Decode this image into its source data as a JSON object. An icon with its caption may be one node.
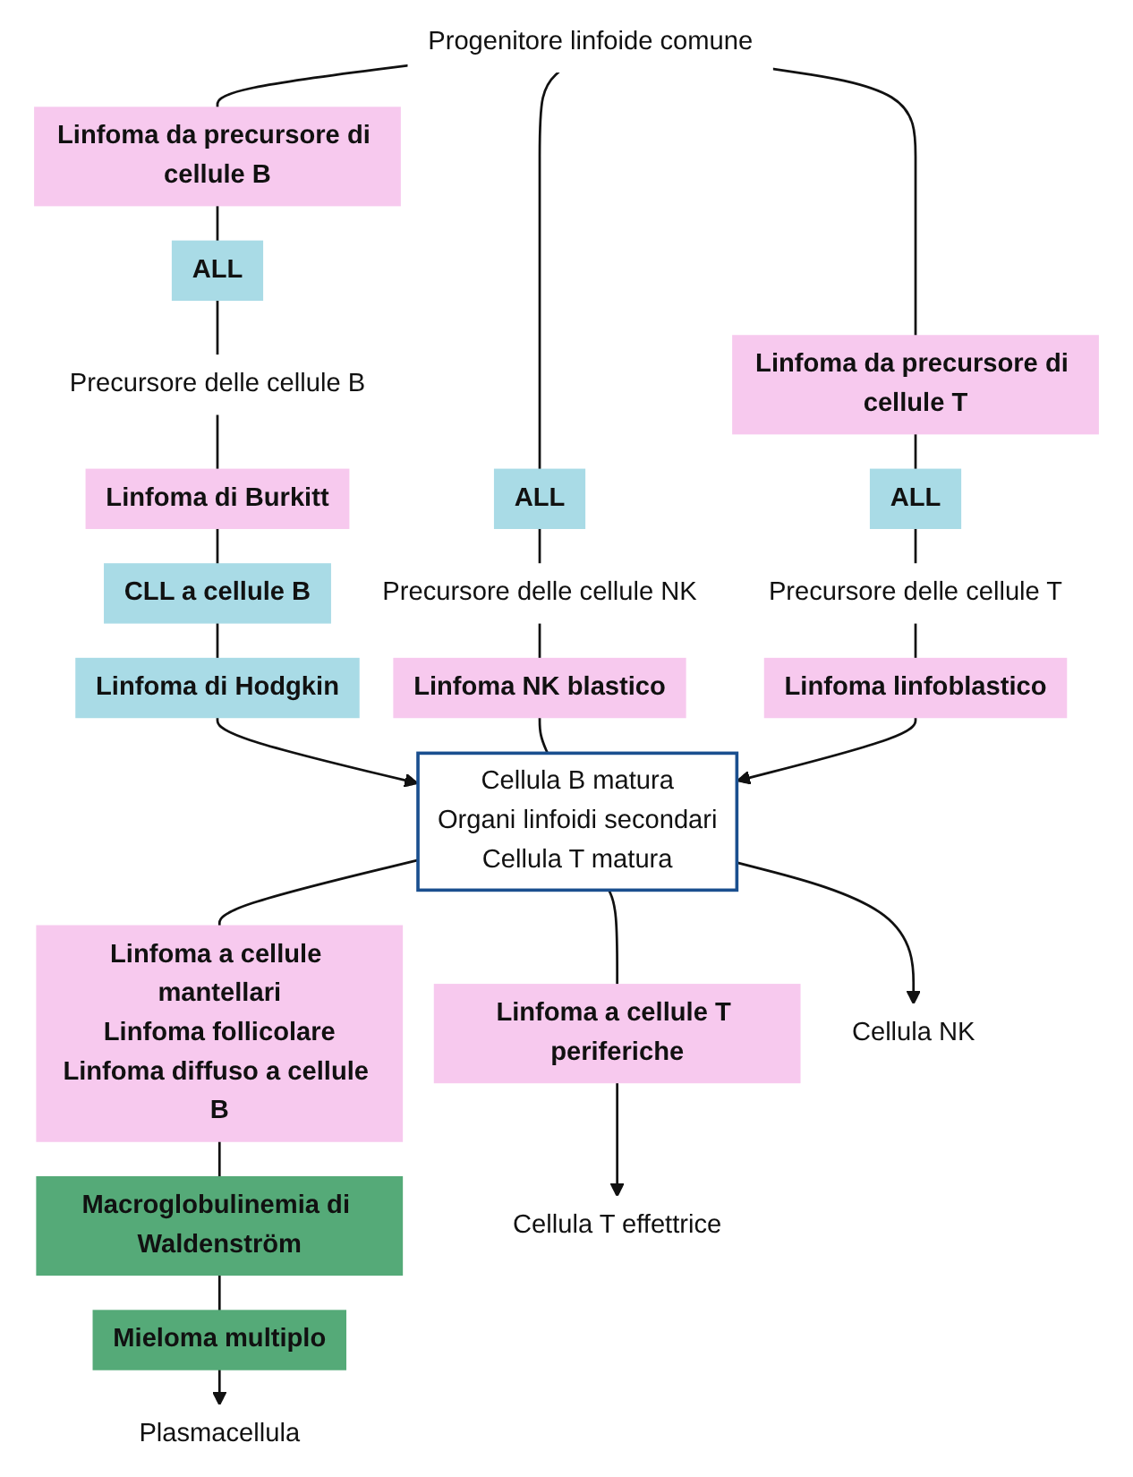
{
  "diagram": {
    "nodes": [
      {
        "text": [
          "Progenitore linfoide comune"
        ]
      },
      {
        "text": [
          "Linfoma da precursore di cellule B"
        ]
      },
      {
        "text": [
          "ALL"
        ]
      },
      {
        "text": [
          "Linfoma da precursore di cellule T"
        ]
      },
      {
        "text": [
          "ALL"
        ]
      },
      {
        "text": [
          "ALL"
        ]
      },
      {
        "text": [
          "Precursore delle cellule B"
        ]
      },
      {
        "text": [
          "Precursore delle cellule NK"
        ]
      },
      {
        "text": [
          "Precursore delle cellule T"
        ]
      },
      {
        "text": [
          "Linfoma di Burkitt"
        ]
      },
      {
        "text": [
          "Linfoma NK blastico"
        ]
      },
      {
        "text": [
          "Linfoma linfoblastico"
        ]
      },
      {
        "text": [
          "CLL a cellule B"
        ]
      },
      {
        "text": [
          "Linfoma di Hodgkin"
        ]
      },
      {
        "text": [
          "Cellula B matura",
          "Organi linfoidi secondari",
          "Cellula T matura"
        ]
      },
      {
        "text": [
          "Linfoma a cellule mantellari",
          "Linfoma follicolare",
          "Linfoma diffuso a cellule B"
        ]
      },
      {
        "text": [
          "Linfoma a cellule T periferiche"
        ]
      },
      {
        "text": [
          "Macroglobulinemia di Waldenström"
        ]
      },
      {
        "text": [
          "Mieloma multiplo"
        ]
      },
      {
        "text": [
          "Cellula NK"
        ]
      },
      {
        "text": [
          "Plasmacellula"
        ]
      },
      {
        "text": [
          "Cellula T effettrice"
        ]
      }
    ],
    "edges": [
      {
        "from": 0,
        "to": 1,
        "arrow": "none"
      },
      {
        "from": 0,
        "to": 2,
        "arrow": "none"
      },
      {
        "from": 0,
        "to": 3,
        "arrow": "none"
      },
      {
        "from": 1,
        "to": 4,
        "arrow": "none"
      },
      {
        "from": 4,
        "to": 6,
        "arrow": "none"
      },
      {
        "from": 6,
        "to": 9,
        "arrow": "none"
      },
      {
        "from": 9,
        "to": 12,
        "arrow": "none"
      },
      {
        "from": 12,
        "to": 13,
        "arrow": "none"
      },
      {
        "from": 13,
        "to": 14,
        "arrow": "to"
      },
      {
        "from": 2,
        "to": 7,
        "arrow": "none"
      },
      {
        "from": 7,
        "to": 10,
        "arrow": "none"
      },
      {
        "from": 10,
        "to": 14,
        "arrow": "none"
      },
      {
        "from": 14,
        "to": 19,
        "arrow": "to"
      },
      {
        "from": 3,
        "to": 5,
        "arrow": "none"
      },
      {
        "from": 5,
        "to": 8,
        "arrow": "none"
      },
      {
        "from": 8,
        "to": 11,
        "arrow": "none"
      },
      {
        "from": 11,
        "to": 14,
        "arrow": "to"
      },
      {
        "from": 14,
        "to": 15,
        "arrow": "none"
      },
      {
        "from": 15,
        "to": 17,
        "arrow": "none"
      },
      {
        "from": 17,
        "to": 18,
        "arrow": "none"
      },
      {
        "from": 18,
        "to": 20,
        "arrow": "to"
      },
      {
        "from": 14,
        "to": 16,
        "arrow": "none"
      },
      {
        "from": 16,
        "to": 21,
        "arrow": "to"
      }
    ]
  }
}
